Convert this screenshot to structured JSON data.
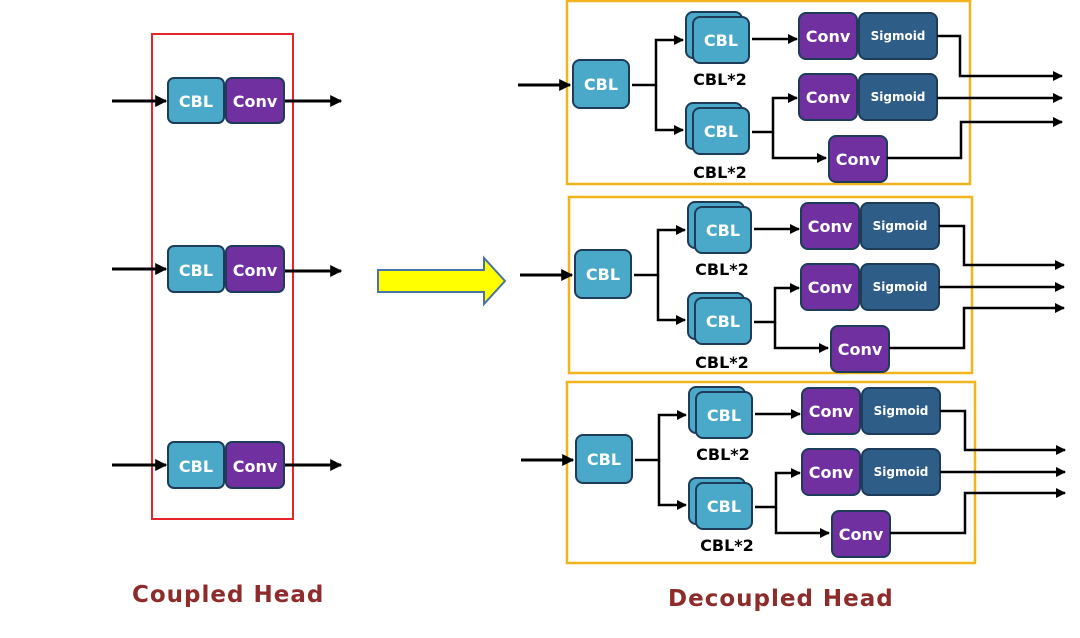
{
  "labels": {
    "cbl": "CBL",
    "conv": "Conv",
    "sigmoid": "Sigmoid",
    "cbl_x2": "CBL*2"
  },
  "titles": {
    "coupled": "Coupled Head",
    "decoupled": "Decoupled Head"
  },
  "colors": {
    "cbl": "#4aa9c9",
    "conv": "#7030a0",
    "sigmoid": "#2e5d88",
    "box_border": "#1e3c5a",
    "coupled_frame": "#e8232a",
    "decoupled_frame": "#f0b41c",
    "big_arrow_fill": "#ffff00",
    "big_arrow_stroke": "#4a73a8",
    "title": "#8e2b2b"
  }
}
